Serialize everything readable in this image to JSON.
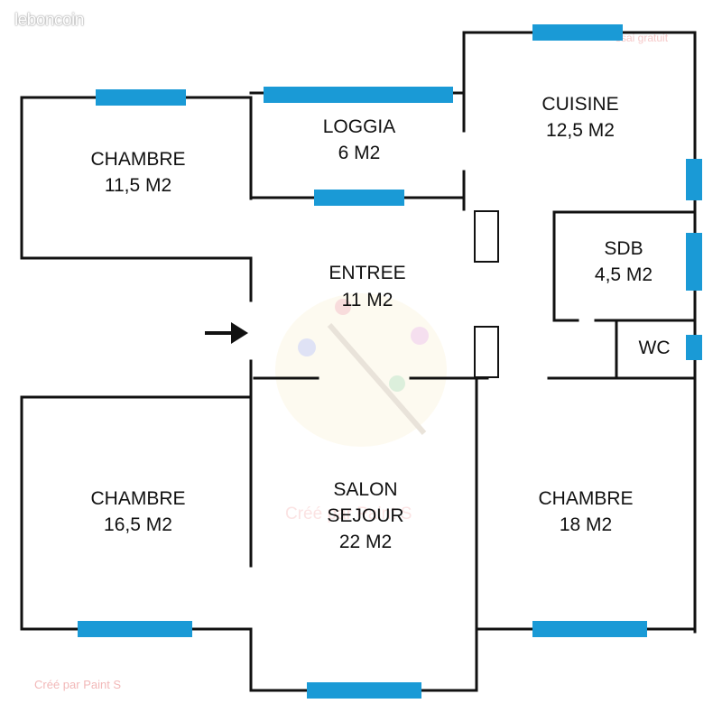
{
  "brand": "leboncoin",
  "watermark": {
    "center_text": "Créé par Paint S",
    "footer_text": "Créé par Paint S",
    "corner_text": "ssai gratuit"
  },
  "colors": {
    "wall": "#111111",
    "window": "#1a9ad6",
    "background": "#ffffff",
    "watermark": "#f2b8b8"
  },
  "rooms": {
    "chambre_nw": {
      "name": "CHAMBRE",
      "area": "11,5 M2"
    },
    "loggia": {
      "name": "LOGGIA",
      "area": "6 M2"
    },
    "cuisine": {
      "name": "CUISINE",
      "area": "12,5 M2"
    },
    "entree": {
      "name": "ENTREE",
      "area": "11 M2"
    },
    "sdb": {
      "name": "SDB",
      "area": "4,5 M2"
    },
    "wc": {
      "name": "WC"
    },
    "chambre_sw": {
      "name": "CHAMBRE",
      "area": "16,5 M2"
    },
    "salon": {
      "name": "SALON",
      "name2": "SEJOUR",
      "area": "22 M2"
    },
    "chambre_se": {
      "name": "CHAMBRE",
      "area": "18 M2"
    }
  },
  "entrance_marker": "arrow-right-icon"
}
